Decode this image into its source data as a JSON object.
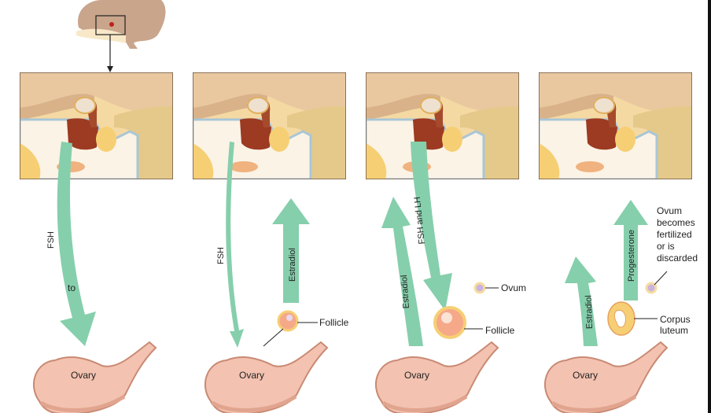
{
  "colors": {
    "arrow": "#86cfac",
    "ovary": "#f3c2b0",
    "ovary_edge": "#c98a74",
    "bone": "#f6cf74",
    "gland": "#9c3a22"
  },
  "panels": [
    {
      "arrows": [
        "FSH"
      ],
      "labels": {
        "ovary": "Ovary",
        "note": "to"
      }
    },
    {
      "arrows": [
        "FSH",
        "Estradiol"
      ],
      "labels": {
        "ovary": "Ovary",
        "follicle": "Follicle"
      }
    },
    {
      "arrows": [
        "Estradiol",
        "FSH and LH"
      ],
      "labels": {
        "ovary": "Ovary",
        "ovum": "Ovum",
        "follicle": "Follicle"
      }
    },
    {
      "arrows": [
        "Estradiol",
        "Progesterone"
      ],
      "labels": {
        "ovary": "Ovary",
        "corpus_line1": "Corpus",
        "corpus_line2": "luteum",
        "ovum_line1": "Ovum",
        "ovum_line2": "becomes",
        "ovum_line3": "fertilized",
        "ovum_line4": "or is",
        "ovum_line5": "discarded"
      }
    }
  ]
}
